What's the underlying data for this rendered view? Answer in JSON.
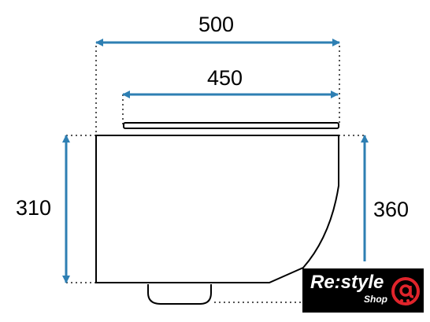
{
  "dimensions": {
    "overall_width": "500",
    "inner_width": "450",
    "front_height": "310",
    "rear_height": "360"
  },
  "colors": {
    "dimension_arrow": "#2e7fb3",
    "outline": "#000000",
    "extension_line": "#555555",
    "logo_background": "#000000",
    "logo_accent": "#e0242b"
  },
  "logo": {
    "main_text": "Re:style",
    "sub_text": "Shop",
    "badge_icon": "at-sign-cart-icon"
  }
}
